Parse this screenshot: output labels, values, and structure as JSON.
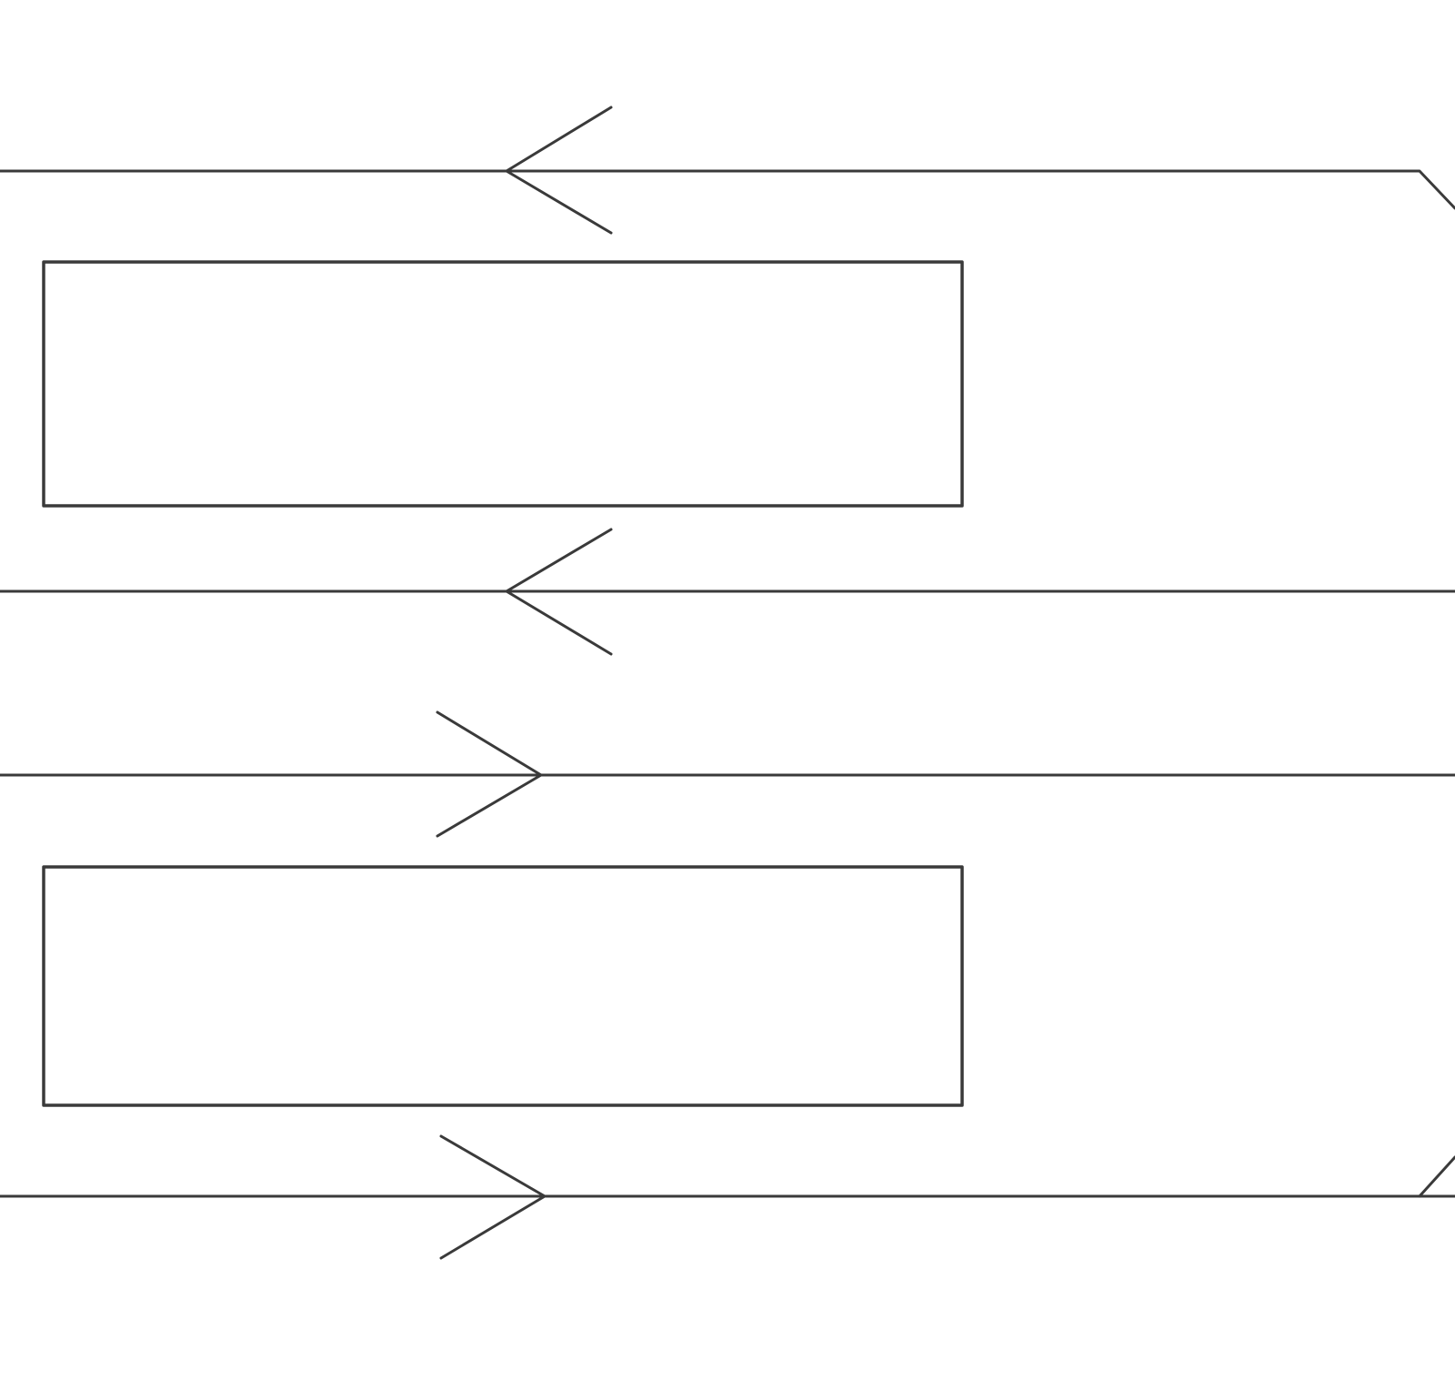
{
  "diagram": {
    "colors": {
      "background": "#ffffff",
      "stroke": "#3a3a3a"
    },
    "lines": [
      {
        "id": "line-1",
        "arrow_direction": "left"
      },
      {
        "id": "line-2",
        "arrow_direction": "left"
      },
      {
        "id": "line-3",
        "arrow_direction": "right"
      },
      {
        "id": "line-4",
        "arrow_direction": "right"
      }
    ],
    "boxes": [
      {
        "id": "box-upper",
        "label": ""
      },
      {
        "id": "box-lower",
        "label": ""
      }
    ]
  }
}
